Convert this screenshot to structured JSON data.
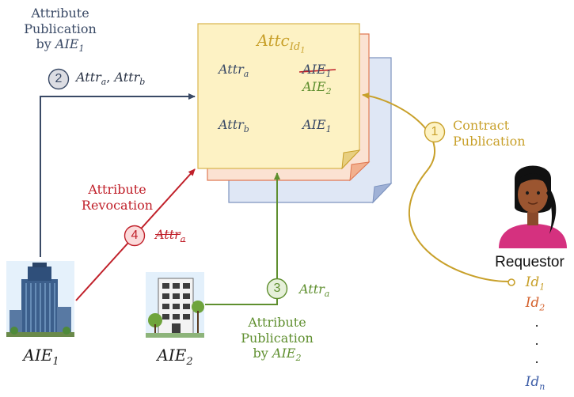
{
  "colors": {
    "navy": "#3a4a66",
    "gold": "#c8a02a",
    "green": "#5f8f2f",
    "red": "#c0202a",
    "orange": "#d4612c",
    "blue": "#3f5fa8",
    "doc_front": "#fdf2c4",
    "doc_mid": "#fbe2d2",
    "doc_back": "#dfe7f5"
  },
  "contract": {
    "title": "Attc",
    "title_sub": "Id",
    "title_sub_sub": "1",
    "rows": [
      {
        "attr": "Attr",
        "attr_sub": "a",
        "issuer_struck": "AIE",
        "issuer_struck_sub": "1",
        "issuer": "AIE",
        "issuer_sub": "2"
      },
      {
        "attr": "Attr",
        "attr_sub": "b",
        "issuer": "AIE",
        "issuer_sub": "1"
      }
    ]
  },
  "steps": {
    "s1": {
      "num": "1",
      "text_line1": "Contract",
      "text_line2": "Publication"
    },
    "s2": {
      "num": "2",
      "head_line1": "Attribute",
      "head_line2": "Publication",
      "head_by": "by ",
      "head_by_var": "AIE",
      "head_by_sub": "1",
      "attrs_a": "Attr",
      "attrs_a_sub": "a",
      "attrs_sep": ", ",
      "attrs_b": "Attr",
      "attrs_b_sub": "b"
    },
    "s3": {
      "num": "3",
      "attr": "Attr",
      "attr_sub": "a",
      "text_line1": "Attribute",
      "text_line2": "Publication",
      "text_by": "by ",
      "text_by_var": "AIE",
      "text_by_sub": "2"
    },
    "s4": {
      "num": "4",
      "attr": "Attr",
      "attr_sub": "a",
      "text_line1": "Attribute",
      "text_line2": "Revocation"
    }
  },
  "entities": {
    "aie1": {
      "name": "AIE",
      "sub": "1",
      "icon": "office-tower-icon"
    },
    "aie2": {
      "name": "AIE",
      "sub": "2",
      "icon": "apartment-building-icon"
    },
    "requestor": {
      "label": "Requestor",
      "icon": "woman-avatar-icon",
      "ids": [
        {
          "name": "Id",
          "sub": "1"
        },
        {
          "name": "Id",
          "sub": "2"
        },
        {
          "name": "Id",
          "sub": "n"
        }
      ],
      "dots": ".",
      "dot_count": 3
    }
  }
}
